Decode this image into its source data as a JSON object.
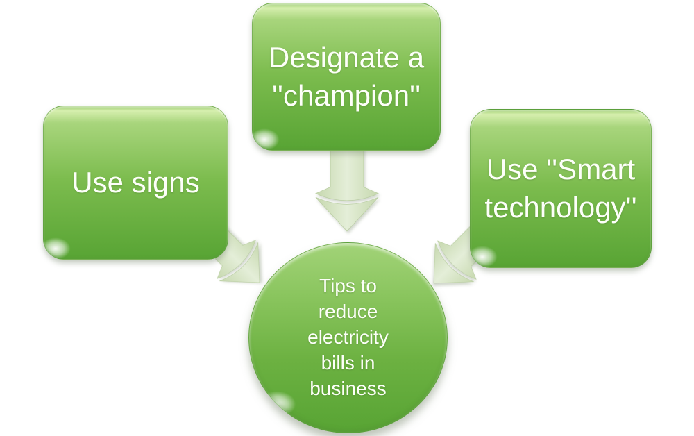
{
  "title": "Tips to reduce electricity bills in business",
  "colors": {
    "box-top": "#d6efae",
    "box-light": "#93c765",
    "box-mid": "#7cbc4e",
    "box-dark": "#58a434",
    "arrow-light": "#e4eed8",
    "arrow-dark": "#c6d8ae",
    "text": "#fdfff9"
  },
  "nodes": [
    {
      "id": "use-signs",
      "label": "Use signs",
      "lines": [
        "Use signs"
      ]
    },
    {
      "id": "designate-champion",
      "label": "Designate a ''champion''",
      "lines": [
        "Designate a",
        "''champion''"
      ]
    },
    {
      "id": "smart-technology",
      "label": "Use ''Smart technology''",
      "lines": [
        "Use ''Smart",
        "technology''"
      ]
    }
  ],
  "center": {
    "id": "center-circle",
    "label": "Tips to reduce electricity bills in business",
    "lines": [
      "Tips to",
      "reduce",
      "electricity",
      "bills in",
      "business"
    ]
  },
  "connectors": [
    {
      "from": "use-signs",
      "to": "center-circle",
      "direction": "down-right"
    },
    {
      "from": "designate-champion",
      "to": "center-circle",
      "direction": "down"
    },
    {
      "from": "smart-technology",
      "to": "center-circle",
      "direction": "down-left"
    }
  ]
}
